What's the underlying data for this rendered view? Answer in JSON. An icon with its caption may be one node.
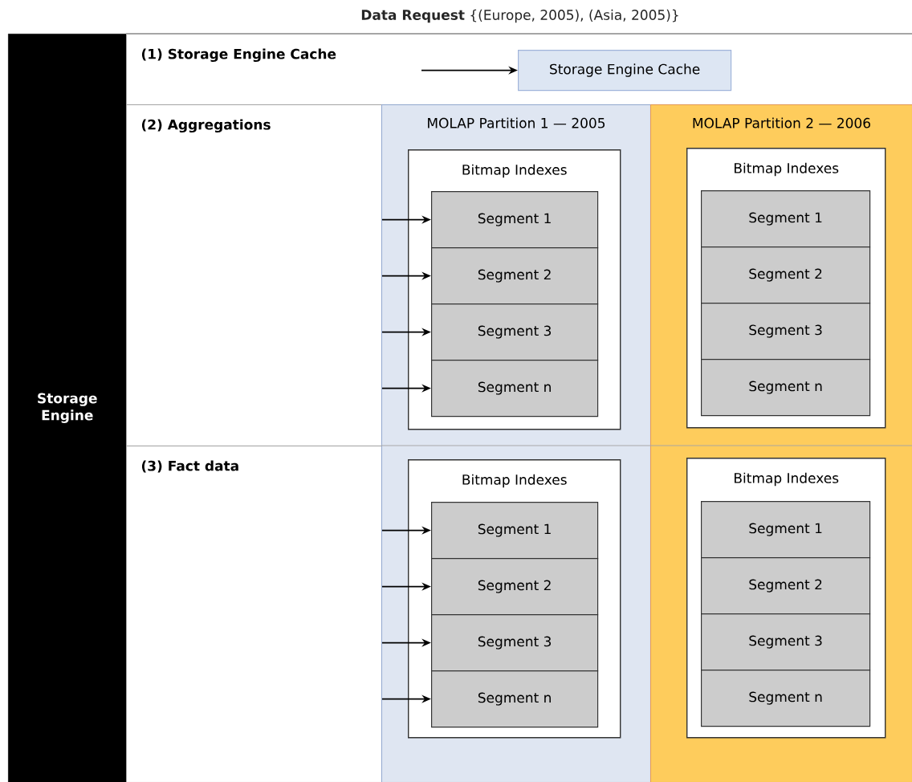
{
  "diagram": {
    "title": "**Data Request** {(Europe, 2005), (Asia, 2005)}",
    "nodes": [
      {
        "text": [
          "Storage Engine"
        ]
      },
      {
        "text": [
          "(1) Storage Engine Cache"
        ]
      },
      {
        "text": [
          "Storage Engine Cache"
        ],
        "in": 1
      },
      {
        "text": [
          "(2) Aggregations"
        ]
      },
      {
        "text": [
          "MOLAP Partition 1 — 2005"
        ]
      },
      {
        "text": [
          "MOLAP Partition 2 — 2006"
        ]
      },
      {
        "text": [
          "Bitmap Indexes"
        ],
        "in": 4
      },
      {
        "text": [
          "Segment 1"
        ],
        "in": 6
      },
      {
        "text": [
          "Segment 2"
        ],
        "in": 6
      },
      {
        "text": [
          "Segment 3"
        ],
        "in": 6
      },
      {
        "text": [
          "Segment n"
        ],
        "in": 6
      },
      {
        "text": [
          "Bitmap Indexes"
        ],
        "in": 5
      },
      {
        "text": [
          "Segment 1"
        ],
        "in": 11
      },
      {
        "text": [
          "Segment 2"
        ],
        "in": 11
      },
      {
        "text": [
          "Segment 3"
        ],
        "in": 11
      },
      {
        "text": [
          "Segment n"
        ],
        "in": 11
      },
      {
        "text": [
          "(3) Fact data"
        ]
      },
      {
        "text": [
          "Bitmap Indexes"
        ],
        "in": 4
      },
      {
        "text": [
          "Segment 1"
        ],
        "in": 17
      },
      {
        "text": [
          "Segment 2"
        ],
        "in": 17
      },
      {
        "text": [
          "Segment 3"
        ],
        "in": 17
      },
      {
        "text": [
          "Segment n"
        ],
        "in": 17
      },
      {
        "text": [
          "Bitmap Indexes"
        ],
        "in": 5
      },
      {
        "text": [
          "Segment 1"
        ],
        "in": 22
      },
      {
        "text": [
          "Segment 2"
        ],
        "in": 22
      },
      {
        "text": [
          "Segment 3"
        ],
        "in": 22
      },
      {
        "text": [
          "Segment n"
        ],
        "in": 22
      }
    ],
    "edges": [
      {
        "from": null,
        "to": 2,
        "arrow": "to"
      },
      {
        "from": 3,
        "to": 7,
        "arrow": "to"
      },
      {
        "from": 3,
        "to": 8,
        "arrow": "to"
      },
      {
        "from": 3,
        "to": 9,
        "arrow": "to"
      },
      {
        "from": 3,
        "to": 10,
        "arrow": "to"
      },
      {
        "from": 16,
        "to": 18,
        "arrow": "to"
      },
      {
        "from": 16,
        "to": 19,
        "arrow": "to"
      },
      {
        "from": 16,
        "to": 20,
        "arrow": "to"
      },
      {
        "from": 16,
        "to": 21,
        "arrow": "to"
      }
    ]
  }
}
